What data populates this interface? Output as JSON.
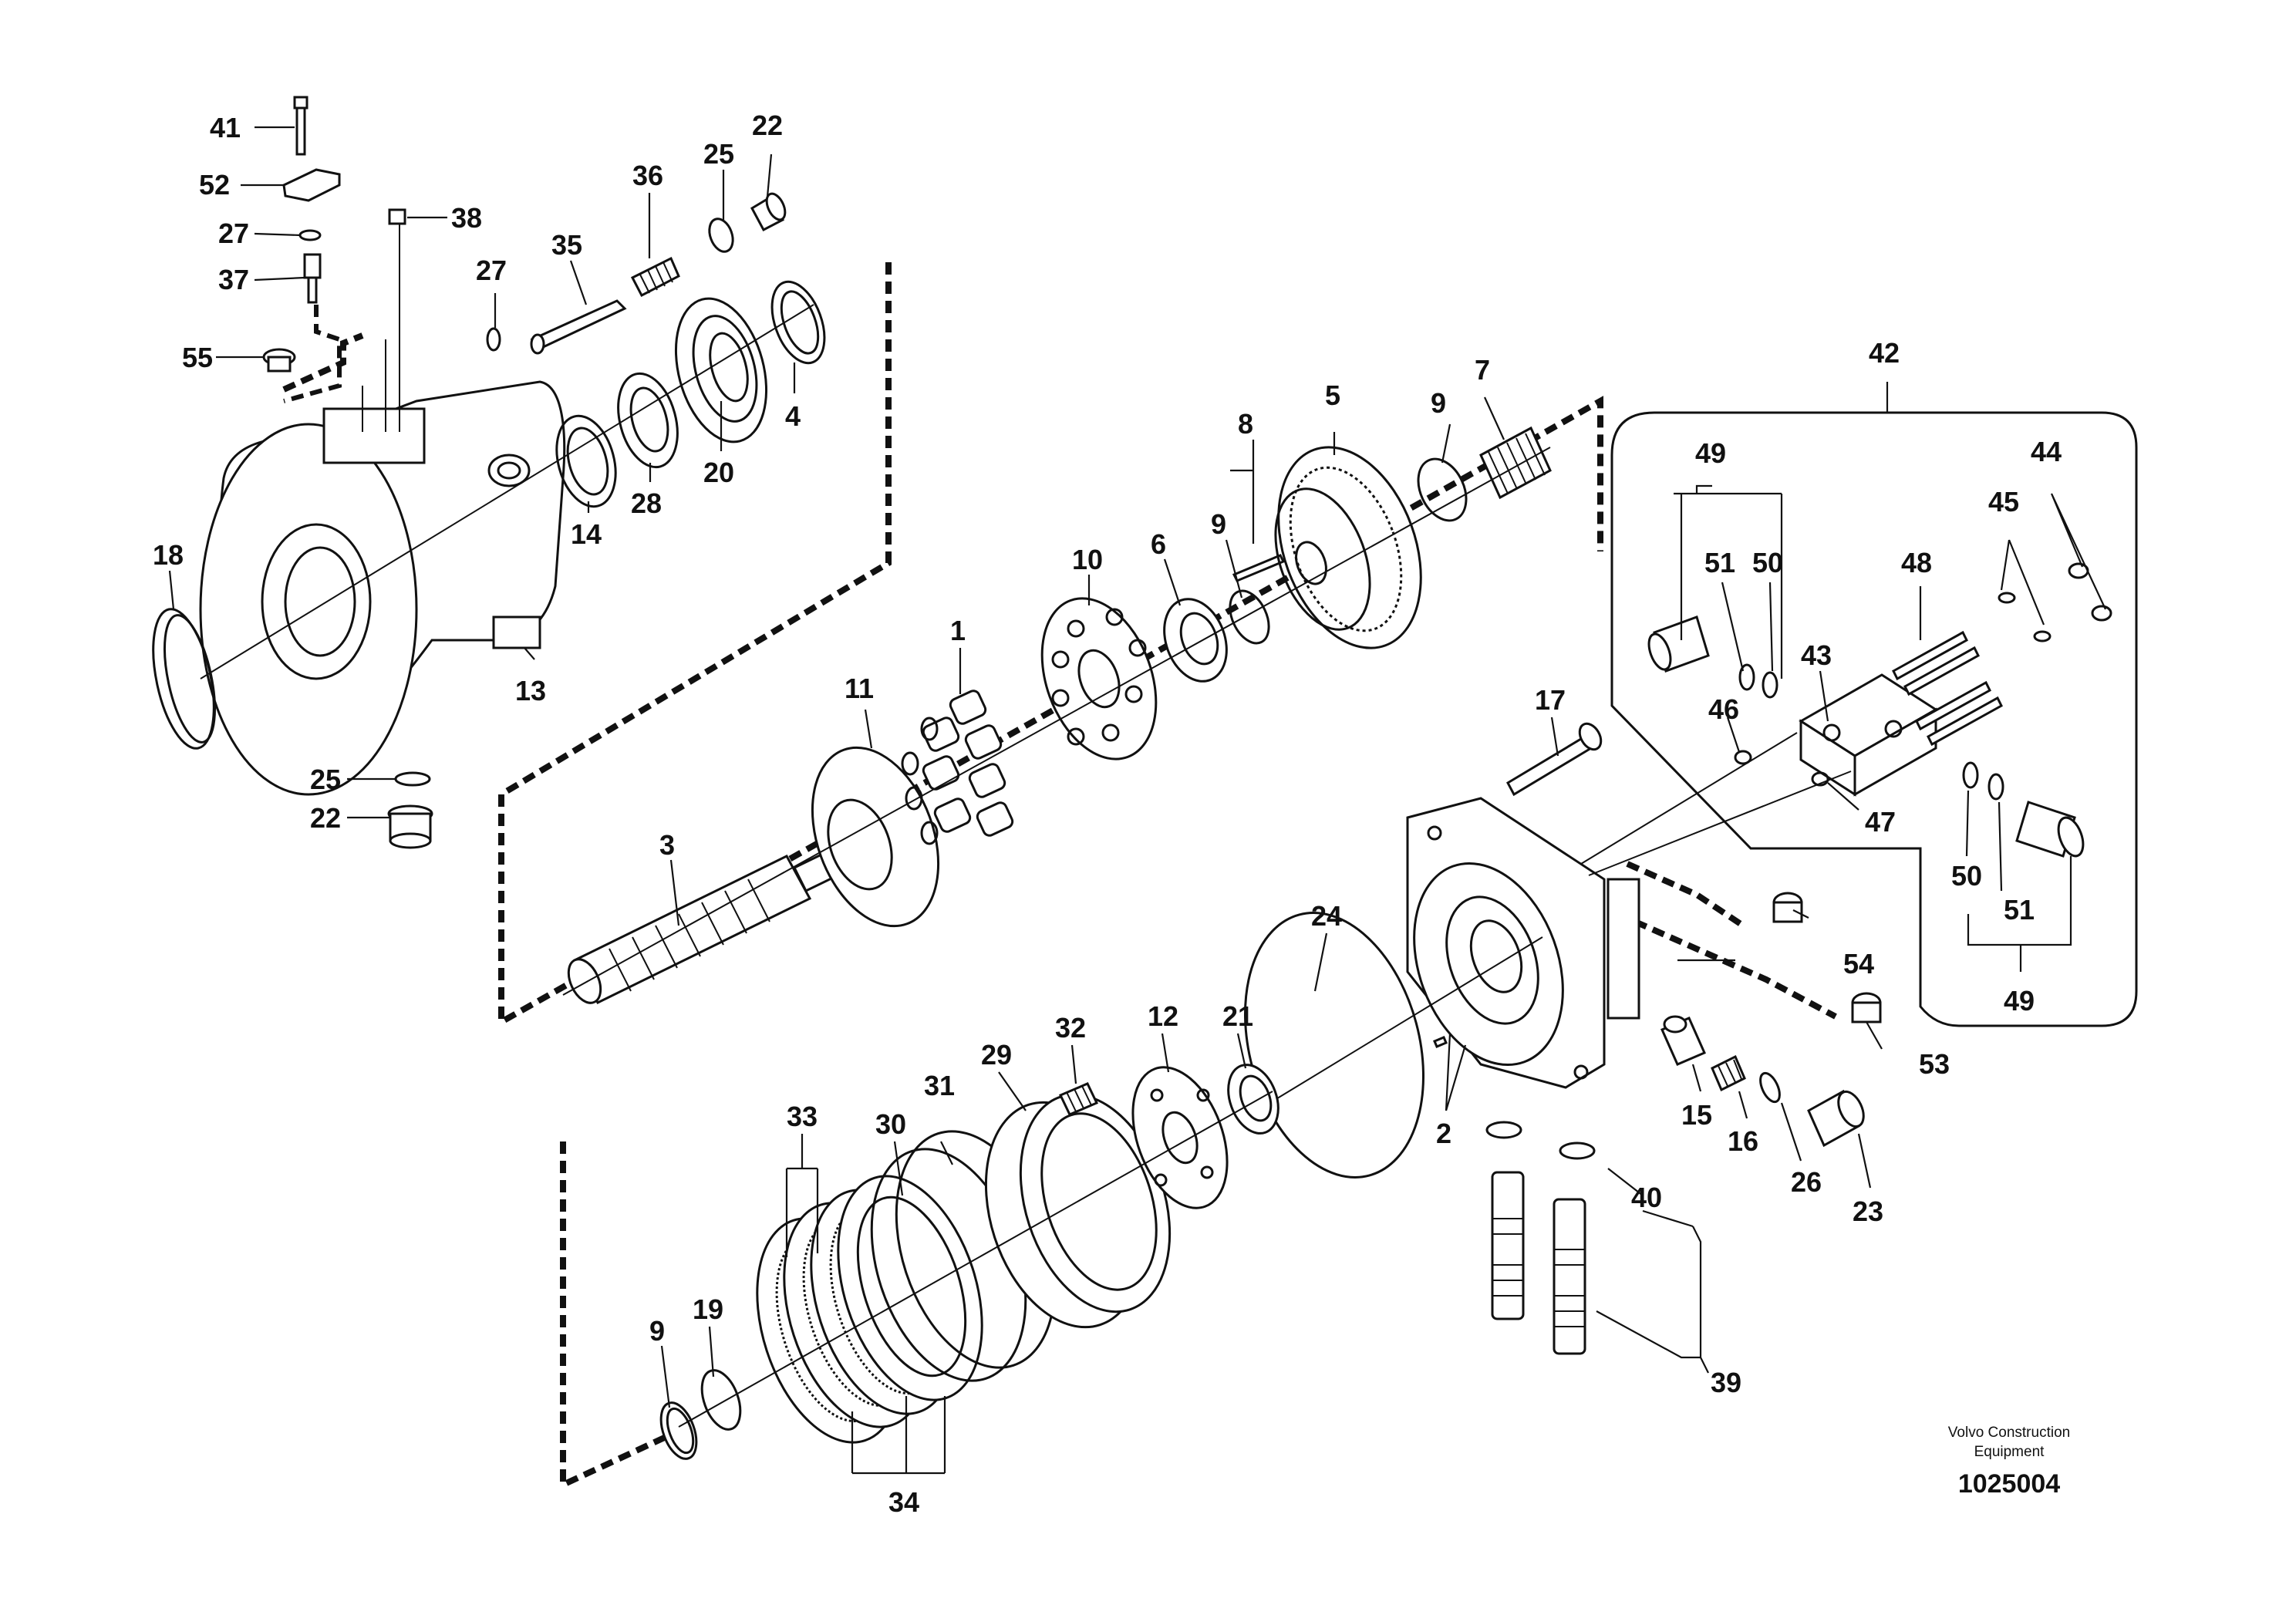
{
  "labels": {
    "p41": "41",
    "p52": "52",
    "p27a": "27",
    "p37": "37",
    "p38": "38",
    "p55": "55",
    "p36": "36",
    "p25a": "25",
    "p22a": "22",
    "p35": "35",
    "p27b": "27",
    "p20": "20",
    "p4": "4",
    "p28": "28",
    "p14": "14",
    "p18": "18",
    "p13": "13",
    "p25b": "25",
    "p22b": "22",
    "p11": "11",
    "p1": "1",
    "p10": "10",
    "p6": "6",
    "p9a": "9",
    "p8": "8",
    "p5": "5",
    "p9b": "9",
    "p7": "7",
    "p3": "3",
    "p17": "17",
    "p24": "24",
    "p12": "12",
    "p21": "21",
    "p32": "32",
    "p29": "29",
    "p31": "31",
    "p30": "30",
    "p33": "33",
    "p19": "19",
    "p9c": "9",
    "p34": "34",
    "p2": "2",
    "p15": "15",
    "p16": "16",
    "p26": "26",
    "p23": "23",
    "p40": "40",
    "p39": "39",
    "p42": "42",
    "p49a": "49",
    "p51a": "51",
    "p50a": "50",
    "p48": "48",
    "p43": "43",
    "p45": "45",
    "p44": "44",
    "p46": "46",
    "p47": "47",
    "p50b": "50",
    "p51b": "51",
    "p49b": "49",
    "p54": "54",
    "p53": "53"
  },
  "credit": {
    "line1": "Volvo Construction",
    "line2": "Equipment"
  },
  "doc_number": "1025004"
}
